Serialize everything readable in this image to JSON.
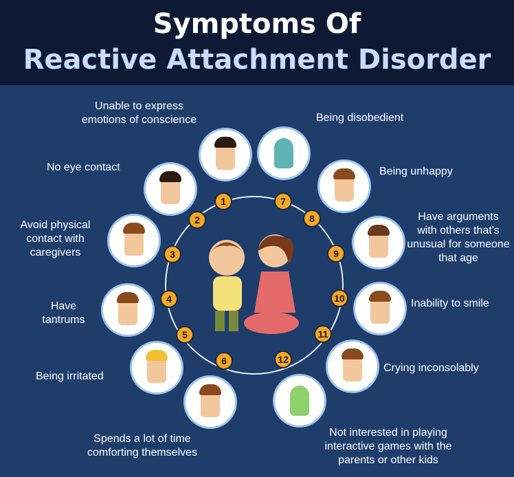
{
  "title": {
    "line1": "Symptoms Of",
    "line2": "Reactive Attachment Disorder"
  },
  "symptoms": [
    {
      "n": "1",
      "text": "Unable to express emotions of conscience"
    },
    {
      "n": "2",
      "text": "No eye contact"
    },
    {
      "n": "3",
      "text": "Avoid physical contact with caregivers"
    },
    {
      "n": "4",
      "text": "Have tantrums"
    },
    {
      "n": "5",
      "text": "Being irritated"
    },
    {
      "n": "6",
      "text": "Spends a lot of time comforting themselves"
    },
    {
      "n": "7",
      "text": "Being disobedient"
    },
    {
      "n": "8",
      "text": "Being unhappy"
    },
    {
      "n": "9",
      "text": "Have arguments with others that's unusual for someone that age"
    },
    {
      "n": "10",
      "text": "Inability to smile"
    },
    {
      "n": "11",
      "text": "Crying inconsolably"
    },
    {
      "n": "12",
      "text": "Not interested in playing interactive games with the parents or other kids"
    }
  ],
  "colors": {
    "header": "#0e1a33",
    "background": "#1f3d6b",
    "badge": "#f5a623",
    "title_accent": "#c9dcff"
  }
}
